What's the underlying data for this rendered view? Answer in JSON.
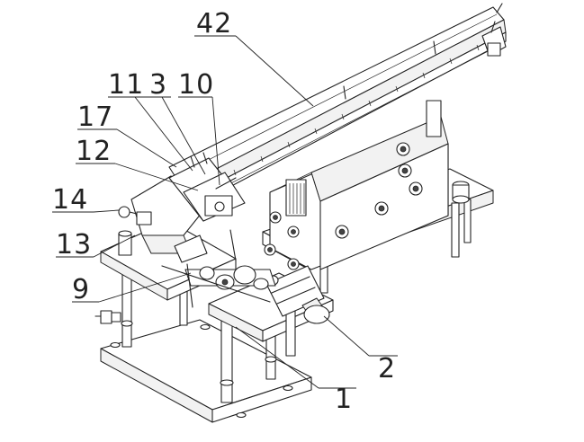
{
  "callouts": [
    {
      "id": "42",
      "text": "42"
    },
    {
      "id": "11",
      "text": "11"
    },
    {
      "id": "3",
      "text": "3"
    },
    {
      "id": "10",
      "text": "10"
    },
    {
      "id": "17",
      "text": "17"
    },
    {
      "id": "12",
      "text": "12"
    },
    {
      "id": "14",
      "text": "14"
    },
    {
      "id": "13",
      "text": "13"
    },
    {
      "id": "9",
      "text": "9"
    },
    {
      "id": "2",
      "text": "2"
    },
    {
      "id": "1",
      "text": "1"
    }
  ]
}
